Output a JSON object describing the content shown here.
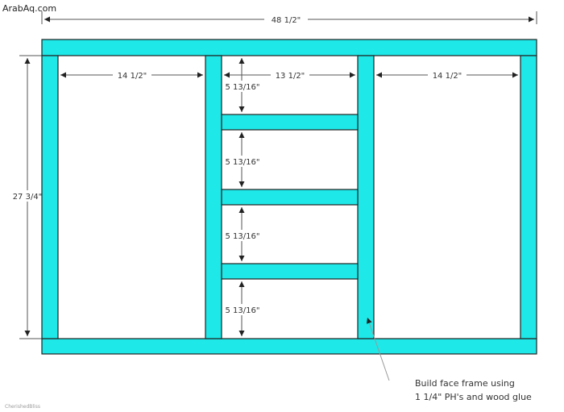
{
  "watermark": "ArabAq.com",
  "signature": "CherishedBliss",
  "colors": {
    "board": "#1ee8e8",
    "outline": "#222222",
    "dimension": "#333333",
    "leader": "#999999"
  },
  "dimensions": {
    "overall_width": "48 1/2\"",
    "overall_height": "27 3/4\"",
    "left_opening": "14 1/2\"",
    "middle_opening": "13 1/2\"",
    "right_opening": "14 1/2\"",
    "drawer_1": "5 13/16\"",
    "drawer_2": "5 13/16\"",
    "drawer_3": "5 13/16\"",
    "drawer_4": "5 13/16\""
  },
  "note": {
    "line1": "Build face frame using",
    "line2": "1 1/4\" PH's and wood glue"
  }
}
